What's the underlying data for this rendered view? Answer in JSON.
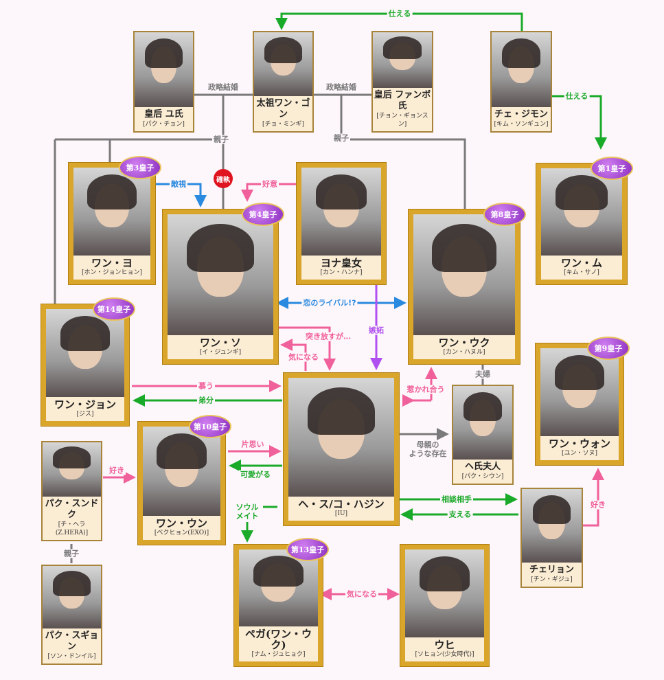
{
  "colors": {
    "pink": "#f0609a",
    "green": "#1aaa2a",
    "blue": "#2a8ae0",
    "purple": "#b050f0",
    "gray": "#7a7a7a",
    "red": "#e0141e"
  },
  "people": [
    {
      "id": "yu",
      "name": "皇后 ユ氏",
      "actor": "[パク・チョン]",
      "badge": null
    },
    {
      "id": "taejo",
      "name": "太祖ワン・ゴン",
      "actor": "[チョ・ミンギ]",
      "badge": null
    },
    {
      "id": "hwangbo",
      "name": "皇后 ファンボ氏",
      "actor": "[チョン・ギョンスン]",
      "badge": null
    },
    {
      "id": "jimong",
      "name": "チェ・ジモン",
      "actor": "[キム・ソンギュン]",
      "badge": null
    },
    {
      "id": "wangmu",
      "name": "ワン・ム",
      "actor": "[キム・サノ]",
      "badge": "第1皇子"
    },
    {
      "id": "wangyo",
      "name": "ワン・ヨ",
      "actor": "[ホン・ジョンヒョン]",
      "badge": "第3皇子"
    },
    {
      "id": "wangso",
      "name": "ワン・ソ",
      "actor": "[イ・ジュンギ]",
      "badge": "第4皇子"
    },
    {
      "id": "yeonhwa",
      "name": "ヨナ皇女",
      "actor": "[カン・ハンナ]",
      "badge": null
    },
    {
      "id": "wangwook",
      "name": "ワン・ウク",
      "actor": "[カン・ハヌル]",
      "badge": "第8皇子"
    },
    {
      "id": "wangjung",
      "name": "ワン・ジョン",
      "actor": "[ジス]",
      "badge": "第14皇子"
    },
    {
      "id": "haesoo",
      "name": "ヘ・ス/コ・ハジン",
      "actor": "[IU]",
      "badge": null
    },
    {
      "id": "haessi",
      "name": "ヘ氏夫人",
      "actor": "[パク・シウン]",
      "badge": null
    },
    {
      "id": "wangwon",
      "name": "ワン・ウォン",
      "actor": "[ユン・ソヌ]",
      "badge": "第9皇子"
    },
    {
      "id": "soonduk",
      "name": "パク・スンドク",
      "actor": "[チ・ヘラ(Z.HERA)]",
      "badge": null
    },
    {
      "id": "wangeun",
      "name": "ワン・ウン",
      "actor": "[ベクヒョン(EXO)]",
      "badge": "第10皇子"
    },
    {
      "id": "sookyung",
      "name": "パク・スギョン",
      "actor": "[ソン・ドンイル]",
      "badge": null
    },
    {
      "id": "baekah",
      "name": "ペガ(ワン・ウク)",
      "actor": "[ナム・ジュヒョク]",
      "badge": "第13皇子"
    },
    {
      "id": "woohee",
      "name": "ウヒ",
      "actor": "[ソヒョン(少女時代)]",
      "badge": null
    },
    {
      "id": "chaeryung",
      "name": "チェリョン",
      "actor": "[チン・ギジュ]",
      "badge": null
    }
  ],
  "relations": [
    {
      "id": "serve_top",
      "label": "仕える",
      "color": "green"
    },
    {
      "id": "serve_right",
      "label": "仕える",
      "color": "green"
    },
    {
      "id": "marriage_left",
      "label": "政略結婚",
      "color": "gray"
    },
    {
      "id": "marriage_right",
      "label": "政略結婚",
      "color": "gray"
    },
    {
      "id": "parent_left",
      "label": "親子",
      "color": "gray"
    },
    {
      "id": "parent_right",
      "label": "親子",
      "color": "gray"
    },
    {
      "id": "enmity",
      "label": "敵視",
      "color": "blue"
    },
    {
      "id": "goodwill",
      "label": "好意",
      "color": "pink"
    },
    {
      "id": "rival",
      "label": "恋のライバル!?",
      "color": "blue"
    },
    {
      "id": "jealousy",
      "label": "嫉妬",
      "color": "purple"
    },
    {
      "id": "pushaway",
      "label": "突き放すが…",
      "color": "pink"
    },
    {
      "id": "curious1",
      "label": "気になる",
      "color": "pink"
    },
    {
      "id": "adore",
      "label": "慕う",
      "color": "pink"
    },
    {
      "id": "youngbro",
      "label": "弟分",
      "color": "green"
    },
    {
      "id": "onesided",
      "label": "片思い",
      "color": "pink"
    },
    {
      "id": "cherish",
      "label": "可愛がる",
      "color": "green"
    },
    {
      "id": "like_left",
      "label": "好き",
      "color": "pink"
    },
    {
      "id": "soulmate",
      "label": "ソウル\nメイト",
      "color": "green"
    },
    {
      "id": "parent_park",
      "label": "親子",
      "color": "gray"
    },
    {
      "id": "attract",
      "label": "惹かれ合う",
      "color": "pink"
    },
    {
      "id": "couple",
      "label": "夫婦",
      "color": "gray"
    },
    {
      "id": "motherlike",
      "label": "母親の\nような存在",
      "color": "gray"
    },
    {
      "id": "confidant",
      "label": "相談相手",
      "color": "green"
    },
    {
      "id": "support",
      "label": "支える",
      "color": "green"
    },
    {
      "id": "like_right",
      "label": "好き",
      "color": "pink"
    },
    {
      "id": "curious2",
      "label": "気になる",
      "color": "pink"
    }
  ],
  "feud_label": "確執"
}
